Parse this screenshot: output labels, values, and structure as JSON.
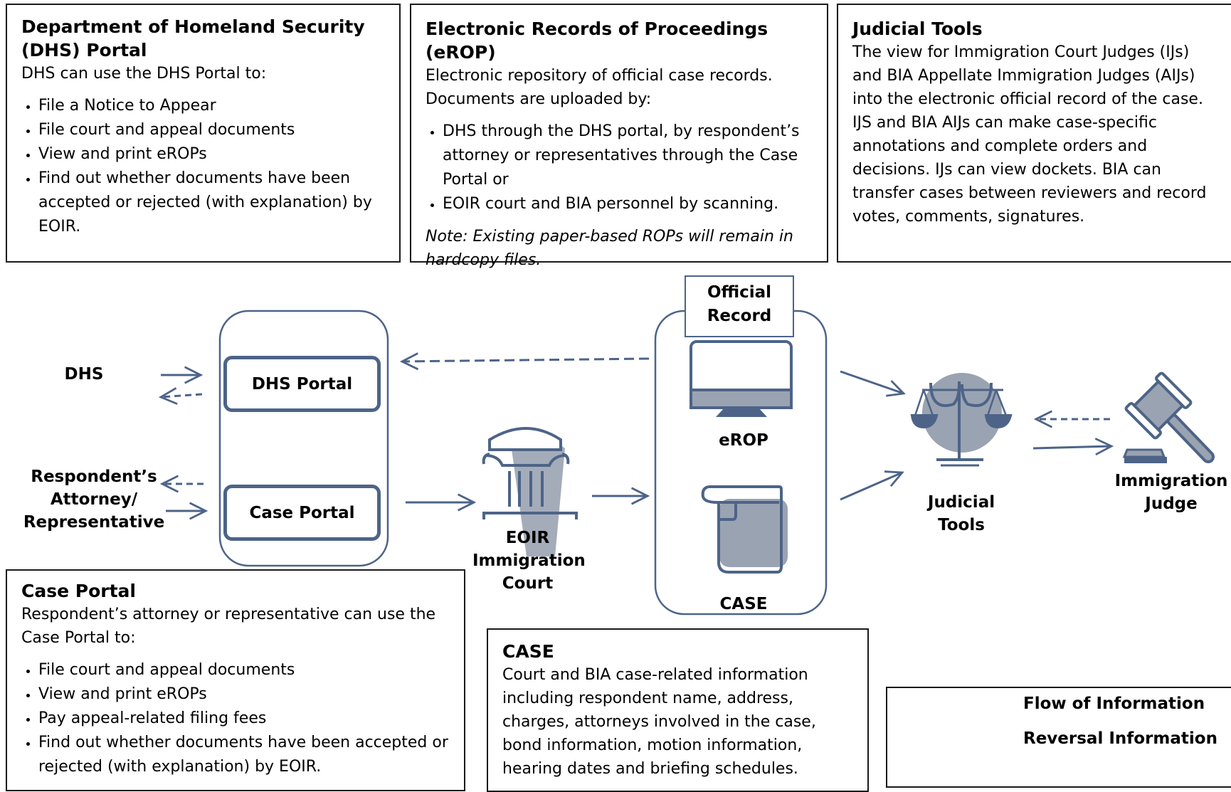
{
  "dhs_box": {
    "title": "Department of Homeland Security (DHS) Portal",
    "intro": "DHS can use the DHS Portal to:",
    "items": [
      "File a Notice to Appear",
      "File court and appeal documents",
      "View and print eROPs",
      "Find out whether documents have been accepted or rejected (with explanation) by EOIR."
    ]
  },
  "erop_box": {
    "title": "Electronic Records of Proceedings (eROP)",
    "intro": "Electronic repository of official case records. Documents are uploaded by:",
    "items": [
      "DHS through the DHS portal, by respondent’s attorney or representatives through the Case Portal or",
      "EOIR court and BIA personnel by scanning."
    ],
    "note": "Note: Existing paper-based ROPs will remain in hardcopy files."
  },
  "judicial_box": {
    "title": "Judicial Tools",
    "body": "The view for Immigration Court Judges (IJs) and BIA Appellate Immigration Judges (AIJs) into the electronic official record of the case. IJS and BIA AIJs can make case-specific annotations and complete orders and decisions.  IJs can view dockets.  BIA can transfer cases between reviewers and record votes, comments, signatures."
  },
  "case_portal_box": {
    "title": "Case Portal",
    "intro": "Respondent’s attorney or representative can use the Case Portal to:",
    "items": [
      "File court and appeal documents",
      "View and print eROPs",
      "Pay appeal-related filing fees",
      "Find out whether documents have been accepted or rejected (with explanation) by EOIR."
    ]
  },
  "case_box": {
    "title": "CASE",
    "body": "Court and BIA case-related information including respondent name, address, charges, attorneys involved in the case, bond information, motion information, hearing dates and briefing schedules."
  },
  "diagram": {
    "dhs_label": "DHS",
    "respondent_label": "Respondent’s Attorney/ Representative",
    "dhs_portal": "DHS Portal",
    "case_portal": "Case Portal",
    "court_label": "EOIR Immigration Court",
    "official_record": "Official Record",
    "erop_label": "eROP",
    "case_label": "CASE",
    "judicial_tools": "Judicial Tools",
    "immigration_judge": "Immigration Judge"
  },
  "legend": {
    "flow": "Flow of Information",
    "reversal": "Reversal Information"
  },
  "colors": {
    "accent": "#4d6488",
    "gray": "#9aa3b1"
  },
  "icons": [
    "court-pillar-icon",
    "monitor-icon",
    "case-document-icon",
    "scales-icon",
    "gavel-icon"
  ]
}
